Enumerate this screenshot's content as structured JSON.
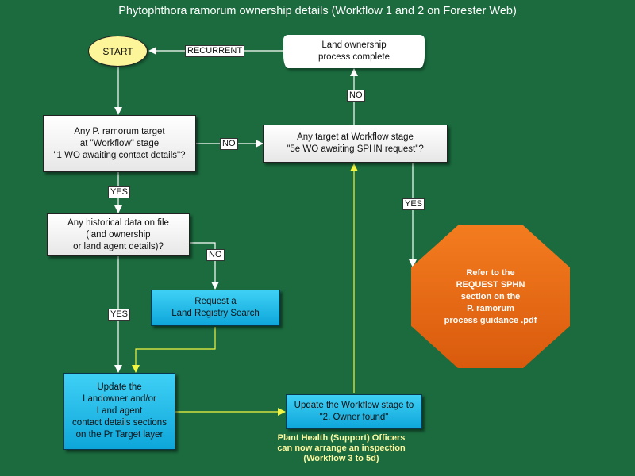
{
  "title": "Phytophthora ramorum  ownership details (Workflow 1 and 2 on Forester Web)",
  "nodes": {
    "start": "START",
    "land_ownership_complete": "Land ownership\nprocess  complete",
    "q_workflow_stage_1": "Any P. ramorum target\nat \"Workflow\" stage\n\"1 WO awaiting contact details\"?",
    "q_workflow_stage_5e": "Any target at Workflow stage\n\"5e WO awaiting SPHN request\"?",
    "q_historical_data": "Any historical data on file\n(land ownership\nor land agent details)?",
    "request_land_registry": "Request a\nLand Registry Search",
    "update_landowner": "Update the\nLandowner and/or\nLand agent\ncontact details sections\non the Pr Target layer",
    "update_workflow_owner_found": "Update the Workflow stage to\n\"2. Owner found\"",
    "refer_request_sphn": "Refer to the\nREQUEST SPHN\nsection on the\nP. ramorum\nprocess guidance .pdf"
  },
  "edge_labels": {
    "recurrent": "RECURRENT",
    "no_to_complete": "NO",
    "no_to_5e": "NO",
    "yes_to_history": "YES",
    "yes_to_sphn": "YES",
    "no_to_registry": "NO",
    "yes_to_update": "YES"
  },
  "note": "Plant Health (Support) Officers\ncan now arrange an inspection\n(Workflow 3 to 5d)",
  "colors": {
    "background": "#1b6b3e",
    "start_fill": "#fdf59a",
    "blue_box": "#1bb8e6",
    "octagon": "#e8691a",
    "white_arrow": "#ffffff",
    "yellow_arrow": "#f2f542"
  }
}
